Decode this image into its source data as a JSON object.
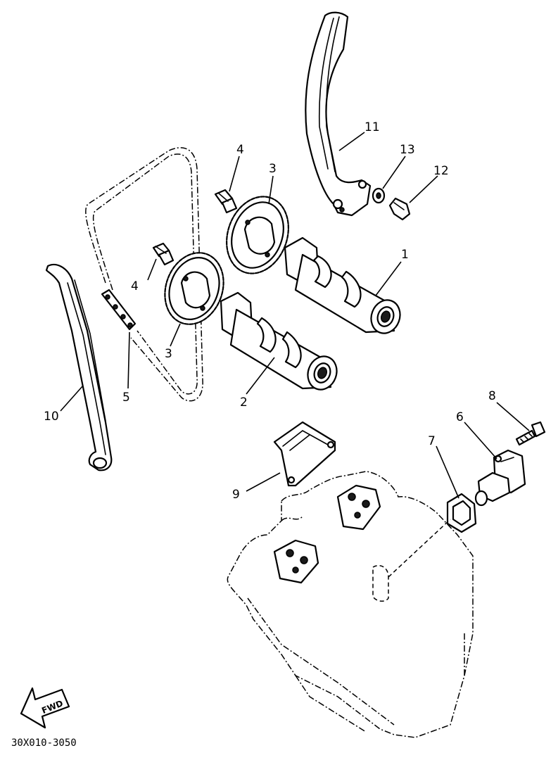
{
  "labels": {
    "l1": "1",
    "l2": "2",
    "l3a": "3",
    "l3b": "3",
    "l4a": "4",
    "l4b": "4",
    "l5": "5",
    "l6": "6",
    "l7": "7",
    "l8": "8",
    "l9": "9",
    "l10": "10",
    "l11": "11",
    "l12": "12",
    "l13": "13"
  },
  "fwd_label": "FWD",
  "diagram_code": "30X010-3050"
}
